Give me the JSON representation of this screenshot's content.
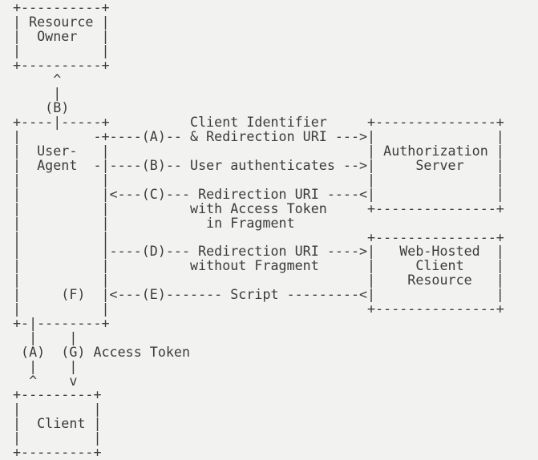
{
  "diagram": {
    "lines": [
      "+----------+",
      "| Resource |",
      "|  Owner   |",
      "|          |",
      "+----------+",
      "     ^",
      "     |",
      "    (B)",
      "+----|-----+          Client Identifier     +---------------+",
      "|         -+----(A)-- & Redirection URI --->|               |",
      "|  User-   |                                | Authorization |",
      "|  Agent  -|----(B)-- User authenticates -->|     Server    |",
      "|          |                                |               |",
      "|          |<---(C)--- Redirection URI ----<|               |",
      "|          |          with Access Token     +---------------+",
      "|          |            in Fragment",
      "|          |                                +---------------+",
      "|          |----(D)--- Redirection URI ---->|   Web-Hosted  |",
      "|          |          without Fragment      |     Client    |",
      "|          |                                |    Resource   |",
      "|     (F)  |<---(E)------- Script ---------<|               |",
      "|          |                                +---------------+",
      "+-|--------+",
      "  |    |",
      " (A)  (G) Access Token",
      "  |    |",
      "  ^    v",
      "+---------+",
      "|         |",
      "|  Client |",
      "|         |",
      "+---------+"
    ],
    "colors": {
      "background": "#f2f2f0",
      "text": "#3b3b3b"
    }
  }
}
